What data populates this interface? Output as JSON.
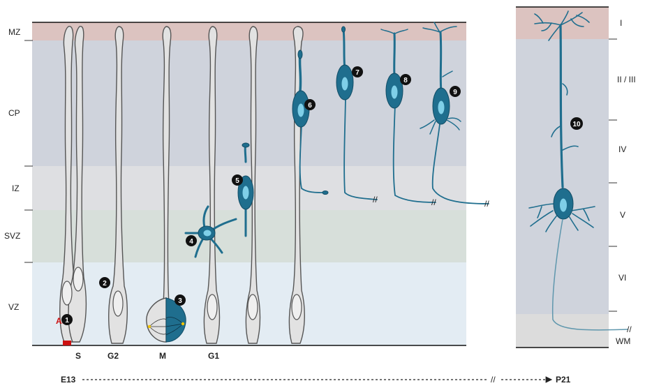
{
  "left_layers": [
    "MZ",
    "CP",
    "IZ",
    "SVZ",
    "VZ"
  ],
  "right_layers": [
    "I",
    "II / III",
    "IV",
    "V",
    "VI",
    "WM"
  ],
  "cell_cycle": {
    "s": "S",
    "g2": "G2",
    "m": "M",
    "g1": "G1"
  },
  "aj_label": "AJ",
  "markers": [
    "1",
    "2",
    "3",
    "4",
    "5",
    "6",
    "7",
    "8",
    "9",
    "10"
  ],
  "timeline": {
    "start": "E13",
    "end": "P21",
    "break": "//"
  },
  "colors": {
    "mz": "#dcc3c0",
    "cp": "#cfd3dc",
    "iz": "#dedfe2",
    "svz": "#d7dfda",
    "vz": "#e3ecf3",
    "wm": "#dcdcdc",
    "neuron": "#1f6e8e",
    "nucleus": "#7fcfe8",
    "radial_glia": "#e2e2e2",
    "adherens_junction": "#cc1111"
  }
}
